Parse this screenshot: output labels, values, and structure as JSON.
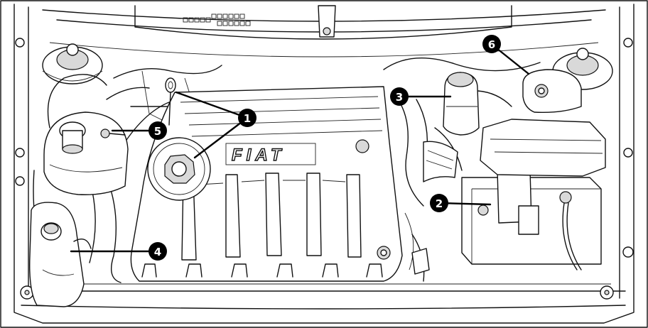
{
  "diagram": {
    "brand_text": "FIAT",
    "callouts": [
      {
        "label": "1"
      },
      {
        "label": "2"
      },
      {
        "label": "3"
      },
      {
        "label": "4"
      },
      {
        "label": "5"
      },
      {
        "label": "6"
      }
    ],
    "colors": {
      "line": "#111111",
      "background": "#ffffff",
      "marker": "#000000"
    }
  }
}
